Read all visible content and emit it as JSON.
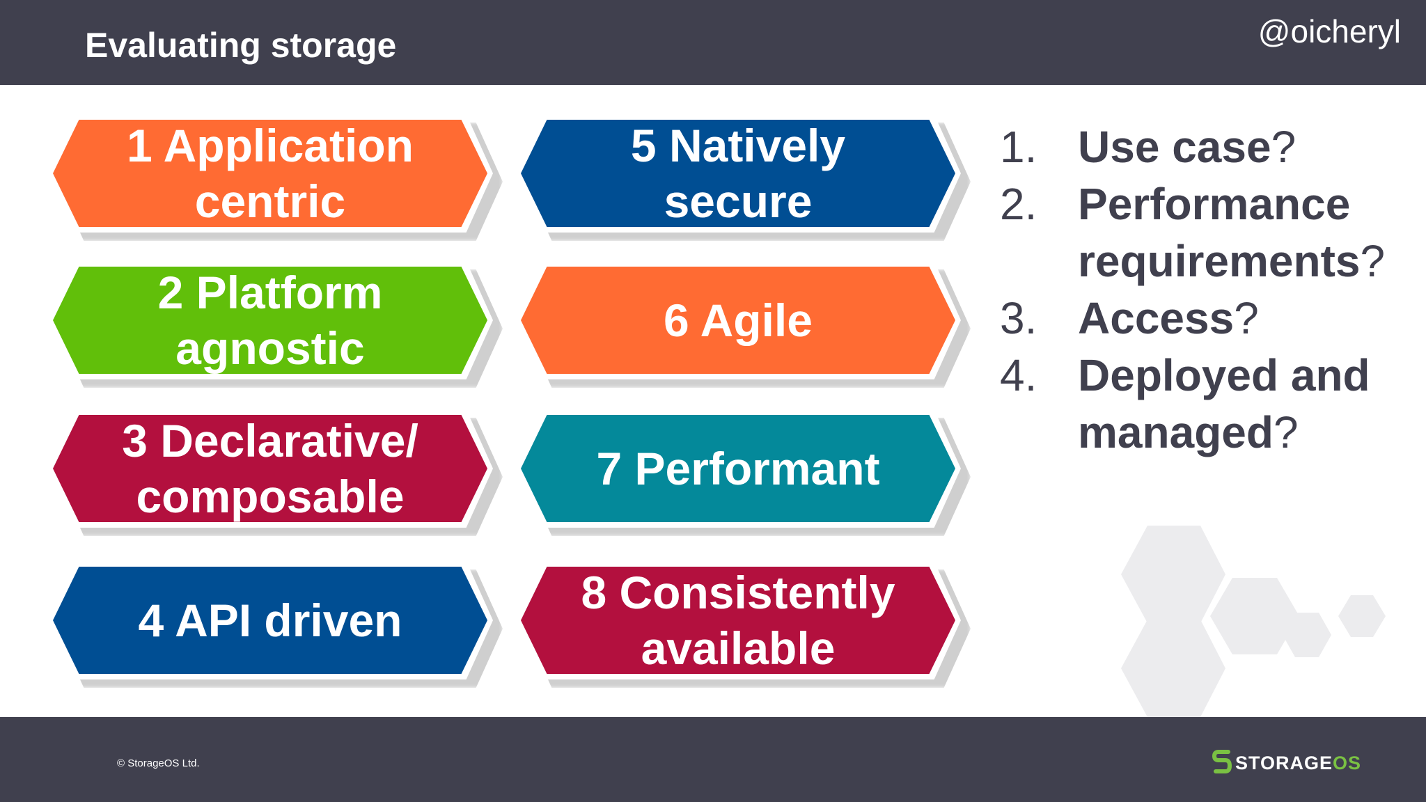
{
  "header": {
    "title": "Evaluating storage",
    "handle": "@oicheryl"
  },
  "hexes": [
    {
      "label": "1 Application\ncentric",
      "color": "#ff6b33",
      "col": 0,
      "row": 0
    },
    {
      "label": "2 Platform\nagnostic",
      "color": "#61bf0a",
      "col": 0,
      "row": 1
    },
    {
      "label": "3 Declarative/\ncomposable",
      "color": "#b3103e",
      "col": 0,
      "row": 2
    },
    {
      "label": "4 API driven",
      "color": "#004e93",
      "col": 0,
      "row": 3
    },
    {
      "label": "5 Natively\nsecure",
      "color": "#004e93",
      "col": 1,
      "row": 0
    },
    {
      "label": "6 Agile",
      "color": "#ff6b33",
      "col": 1,
      "row": 1
    },
    {
      "label": "7 Performant",
      "color": "#04899a",
      "col": 1,
      "row": 2
    },
    {
      "label": "8 Consistently\navailable",
      "color": "#b3103e",
      "col": 1,
      "row": 3
    }
  ],
  "questions": [
    {
      "num": "1.",
      "bold": "Use case",
      "suffix": "?"
    },
    {
      "num": "2.",
      "bold": "Performance requirements",
      "suffix": "?"
    },
    {
      "num": "3.",
      "bold": "Access",
      "suffix": "?"
    },
    {
      "num": "4.",
      "bold": "Deployed and managed",
      "suffix": "?"
    }
  ],
  "footer": {
    "copyright": "© StorageOS Ltd.",
    "logo_main": "STORAGE",
    "logo_accent": "OS",
    "logo_mark": "storageos-logo-icon"
  },
  "colors": {
    "bar": "#40404e",
    "orange": "#ff6b33",
    "green": "#61bf0a",
    "crimson": "#b3103e",
    "blue": "#004e93",
    "teal": "#04899a",
    "logo_green": "#7ac143"
  }
}
